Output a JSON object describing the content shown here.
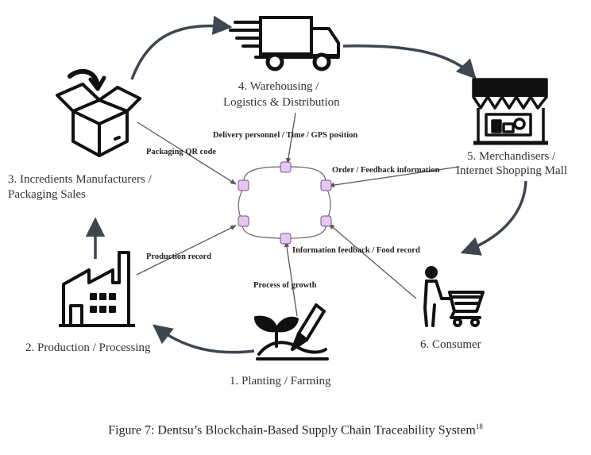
{
  "nodes": {
    "planting": "1. Planting / Farming",
    "production": "2. Production / Processing",
    "manufacturers_l1": "3. Incredients Manufacturers /",
    "manufacturers_l2": "Packaging Sales",
    "warehousing_l1": "4. Warehousing /",
    "warehousing_l2": "Logistics & Distribution",
    "merchandisers_l1": "5. Merchandisers /",
    "merchandisers_l2": "Internet Shopping Mall",
    "consumer": "6. Consumer"
  },
  "edges": {
    "packaging_qr": "Packaging QR code",
    "delivery": "Delivery personnel / Time / GPS position",
    "order_feedback": "Order / Feedback information",
    "production_record": "Production record",
    "info_feedback": "Information feedback / Food record",
    "process_growth": "Process of growth"
  },
  "caption": {
    "text": "Figure 7: Dentsu’s Blockchain-Based Supply Chain Traceability System",
    "superscript": "18"
  },
  "colors": {
    "node_fill": "#e3c9ef",
    "node_stroke": "#7a4d8c",
    "line": "#555555",
    "arrow_dark": "#3e4650"
  },
  "icons": [
    "box-icon",
    "truck-icon",
    "store-icon",
    "factory-icon",
    "planting-icon",
    "shopping-cart-icon"
  ]
}
